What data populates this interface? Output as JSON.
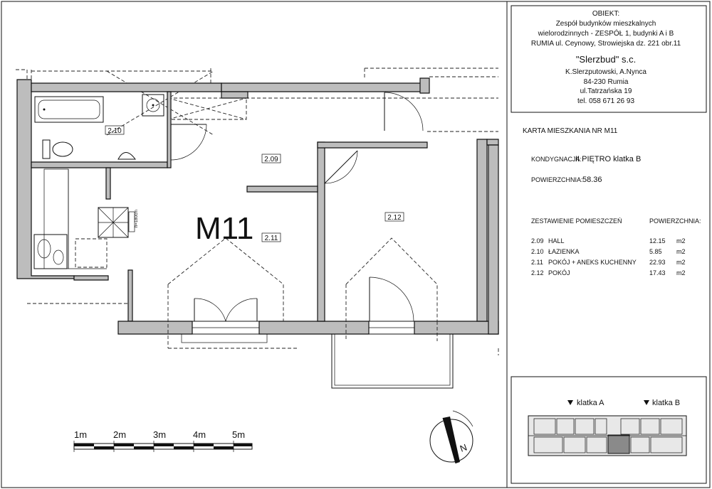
{
  "title_block": {
    "object_label": "OBIEKT:",
    "object_lines": [
      "Zespół budynków mieszkalnych",
      "wielorodzinnych - ZESPÓŁ 1, budynki A i B",
      "RUMIA ul. Ceynowy, Strowiejska dz. 221 obr.11"
    ],
    "company": "\"Slerzbud\" s.c.",
    "company_lines": [
      "K.Slerzputowski, A.Nynca",
      "84-230 Rumia",
      "ul.Tatrzańska 19",
      "tel. 058 671 26 93"
    ]
  },
  "unit_card": {
    "card_title": "KARTA MIESZKANIA NR M11",
    "floor_label": "KONDYGNACJA:",
    "floor_value": "II PIĘTRO klatka B",
    "area_label": "POWIERZCHNIA:",
    "area_value": "58.36",
    "rooms_header": "ZESTAWIENIE POMIESZCZEŃ",
    "area_header": "POWIERZCHNIA:",
    "rooms": [
      {
        "no": "2.09",
        "name": "HALL",
        "area": "12.15",
        "unit": "m2"
      },
      {
        "no": "2.10",
        "name": "ŁAZIENKA",
        "area": "5.85",
        "unit": "m2"
      },
      {
        "no": "2.11",
        "name": "POKÓJ + ANEKS KUCHENNY",
        "area": "22.93",
        "unit": "m2"
      },
      {
        "no": "2.12",
        "name": "POKÓJ",
        "area": "17.43",
        "unit": "m2"
      }
    ]
  },
  "key_plan": {
    "stair_a": "klatka A",
    "stair_b": "klatka B"
  },
  "plan": {
    "unit_name": "M11",
    "room_labels": [
      "2.10",
      "2.09",
      "2.11",
      "2.12"
    ],
    "hood_label": "h=180cm"
  },
  "scale_bar": {
    "labels": [
      "1m",
      "2m",
      "3m",
      "4m",
      "5m"
    ]
  },
  "north_arrow": {
    "letter": "N"
  }
}
